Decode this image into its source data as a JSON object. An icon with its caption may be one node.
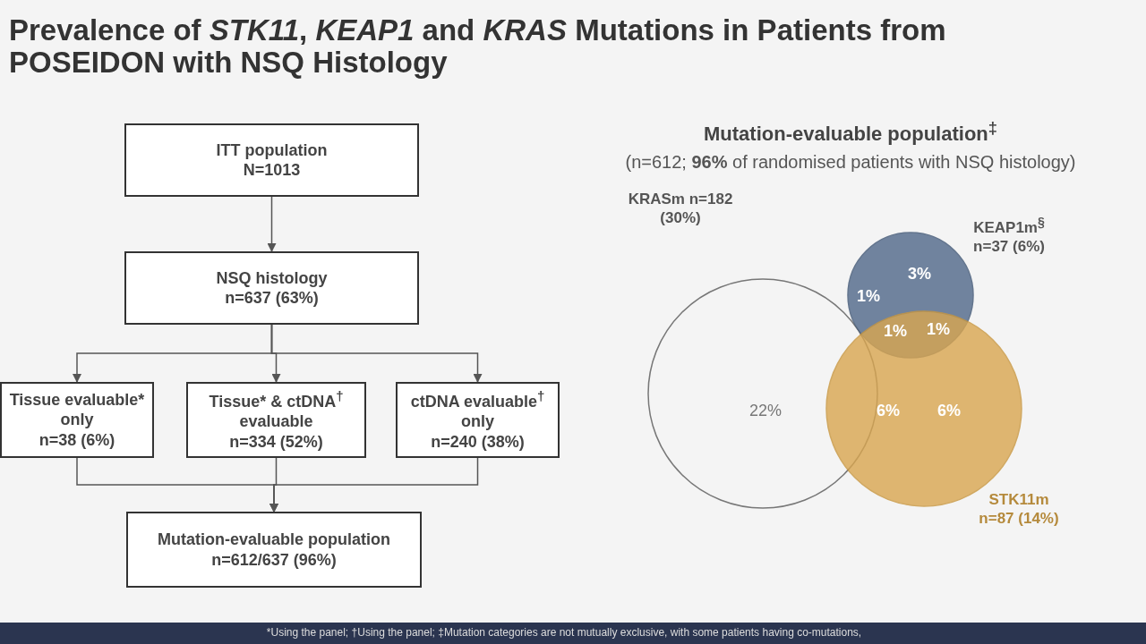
{
  "diagram": {
    "title": "Prevalence of *STK11*, *KEAP1* and *KRAS* Mutations in Patients from POSEIDON with NSQ Histology",
    "nodes": [
      {
        "text": [
          "ITT population",
          "N=1013"
        ]
      },
      {
        "text": [
          "NSQ histology",
          "n=637 (63%)"
        ]
      },
      {
        "text": [
          "Tissue evaluable* only",
          "n=38 (6%)"
        ]
      },
      {
        "text": [
          "Tissue* & ctDNA$^{†}$ evaluable",
          "n=334 (52%)"
        ]
      },
      {
        "text": [
          "ctDNA evaluable$^{†}$ only",
          "n=240 (38%)"
        ]
      },
      {
        "text": [
          "Mutation-evaluable population",
          "n=612/637 (96%)"
        ]
      },
      {
        "text": [
          "KRASm n=182 (30%)"
        ]
      },
      {
        "text": [
          "KEAP1m$^{§}$ n=37 (6%)"
        ]
      },
      {
        "text": [
          "STK11m n=87 (14%)"
        ]
      }
    ],
    "edges": [
      {
        "from": 0,
        "to": 1,
        "arrow": "to"
      },
      {
        "from": 1,
        "to": 2,
        "arrow": "to"
      },
      {
        "from": 1,
        "to": 3,
        "arrow": "to"
      },
      {
        "from": 1,
        "to": 4,
        "arrow": "to"
      },
      {
        "from": 2,
        "to": 5,
        "arrow": "to"
      },
      {
        "from": 3,
        "to": 5,
        "arrow": "to"
      },
      {
        "from": 4,
        "to": 5,
        "arrow": "to"
      }
    ],
    "labels": [
      "Mutation-evaluable population$^{‡}$",
      "(n=612; **96%** of randomised patients with NSQ histology)",
      "3%",
      "1%",
      "1%",
      "1%",
      "22%",
      "6%",
      "6%",
      "*Using the panel; †Using the panel; ‡Mutation categories are not mutually exclusive, with some patients having co-mutations,"
    ]
  }
}
